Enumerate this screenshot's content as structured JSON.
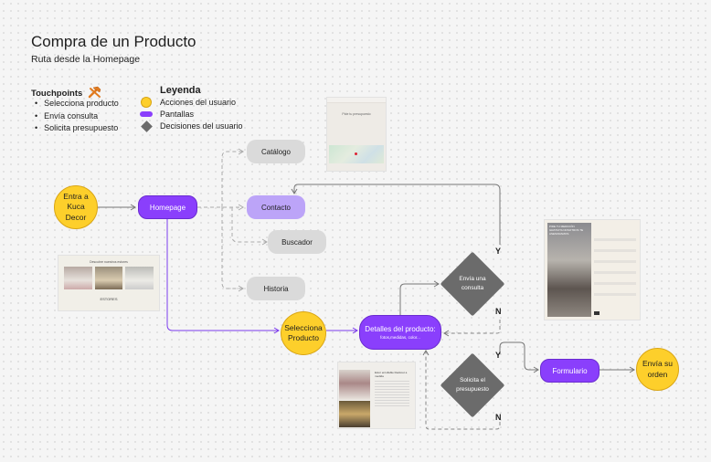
{
  "header": {
    "title": "Compra de un Producto",
    "subtitle": "Ruta desde la Homepage"
  },
  "touchpoints": {
    "heading": "Touchpoints",
    "icon": "hammer-icon",
    "items": [
      "Selecciona producto",
      "Envía consulta",
      "Solicita presupuesto"
    ]
  },
  "legend": {
    "heading": "Leyenda",
    "items": [
      {
        "label": "Acciones del usuario",
        "shape": "circle",
        "color": "#fdcf2b"
      },
      {
        "label": "Pantallas",
        "shape": "pill",
        "color": "#8a3ffc"
      },
      {
        "label": "Decisiones del usuario",
        "shape": "diamond",
        "color": "#6b6b6b"
      }
    ]
  },
  "nodes": {
    "entra": "Entra a\nKuca\nDecor",
    "homepage": "Homepage",
    "catalogo": "Catálogo",
    "contacto": "Contacto",
    "buscador": "Buscador",
    "historia": "Historia",
    "selecciona": "Selecciona\nProducto",
    "detalles_title": "Detalles del producto:",
    "detalles_sub": "fotos,medidas, color...",
    "consulta": "Envía una\nconsulta",
    "presupuesto": "Solicita el\npresupuesto",
    "formulario": "Formulario",
    "orden": "Envía su\norden"
  },
  "decisions": {
    "consulta_yes": "Y",
    "consulta_no": "N",
    "presupuesto_yes": "Y",
    "presupuesto_no": "N"
  },
  "thumbnails": {
    "contacto": {
      "heading": "Pide tu presupuesto"
    },
    "estores": {
      "heading": "Descubre nuestros estores",
      "caption": "ESTORES"
    },
    "producto": {
      "heading": "Estor enrollable blackout a medida"
    },
    "formulario": {
      "heading": "PIDE TU MEDICIÓN GRATUITA NOSOTROS TE ASESORAMOS"
    }
  },
  "colors": {
    "accion": "#fdcf2b",
    "pantalla": "#8a3ffc",
    "pantalla_secundaria": "#bca4f8",
    "decision": "#6b6b6b",
    "inactiva": "#dadada"
  }
}
